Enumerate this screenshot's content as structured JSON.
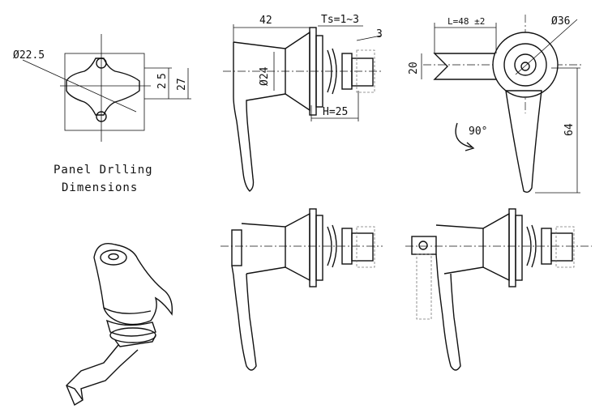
{
  "panel_drilling": {
    "caption_line1": "Panel Drlling",
    "caption_line2": "Dimensions",
    "dim_diameter": "Ø22.5",
    "dim_5": "5",
    "dim_2": "2",
    "dim_27": "27"
  },
  "side_view": {
    "dim_42": "42",
    "dim_ts": "Ts=1~3",
    "dim_3": "3",
    "dim_diameter": "Ø24",
    "dim_h": "H=25"
  },
  "front_view": {
    "dim_l": "L=48 ±2",
    "dim_diameter": "Ø36",
    "dim_20": "20",
    "dim_64": "64",
    "rotation": "90°"
  }
}
